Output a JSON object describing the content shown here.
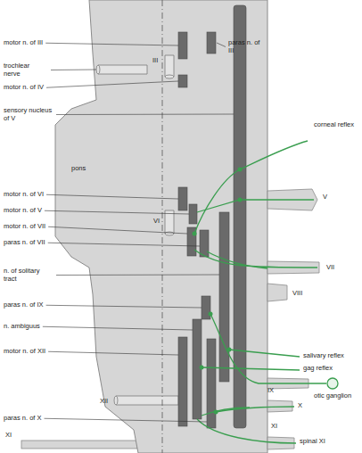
{
  "diagram": {
    "labels": [
      "motor n. of III",
      "paras n. of III",
      "III",
      "trochlear nerve",
      "motor n. of IV",
      "sensory nucleus of V",
      "corneal reflex",
      "pons",
      "V",
      "motor n. of VI",
      "VI",
      "motor n. of V",
      "motor n. of VII",
      "paras n. of VII",
      "VII",
      "n. of solitary tract",
      "VIII",
      "paras n. of IX",
      "n. ambiguus",
      "motor n. of XII",
      "IX",
      "salivary reflex",
      "gag reflex",
      "otic ganglion",
      "XII",
      "X",
      "paras n. of X",
      "XI",
      "XI",
      "spinal XI"
    ]
  }
}
